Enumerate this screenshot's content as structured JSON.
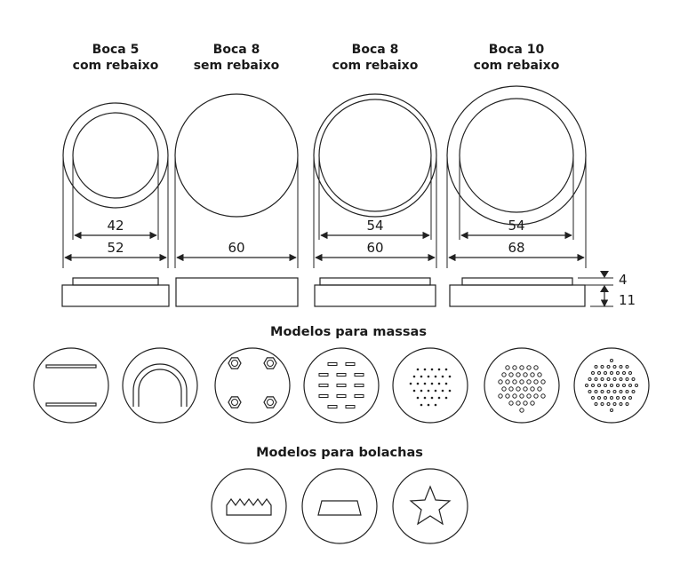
{
  "nozzles": [
    {
      "title_line1": "Boca 5",
      "title_line2": "com rebaixo",
      "inner_dim": "42",
      "outer_dim": "52"
    },
    {
      "title_line1": "Boca 8",
      "title_line2": "sem rebaixo",
      "inner_dim": "",
      "outer_dim": "60"
    },
    {
      "title_line1": "Boca 8",
      "title_line2": "com rebaixo",
      "inner_dim": "54",
      "outer_dim": "60"
    },
    {
      "title_line1": "Boca 10",
      "title_line2": "com rebaixo",
      "inner_dim": "54",
      "outer_dim": "68"
    }
  ],
  "profile_dims": {
    "step_height": "4",
    "total_height": "11"
  },
  "pasta_section": {
    "title": "Modelos para massas"
  },
  "cookie_section": {
    "title": "Modelos para bolachas"
  }
}
